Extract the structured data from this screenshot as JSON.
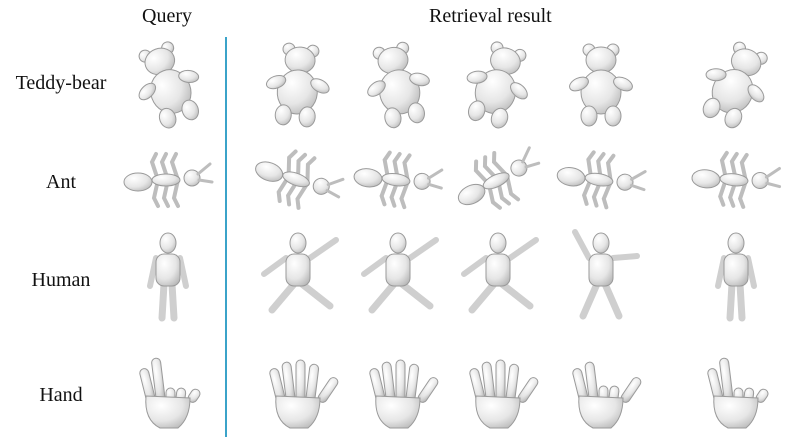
{
  "header": {
    "query_label": "Query",
    "result_label": "Retrieval result"
  },
  "rows": [
    {
      "label": "Teddy-bear",
      "shape": "teddy-bear"
    },
    {
      "label": "Ant",
      "shape": "ant"
    },
    {
      "label": "Human",
      "shape": "human"
    },
    {
      "label": "Hand",
      "shape": "hand"
    }
  ],
  "colors": {
    "divider": "#3ba3c9",
    "shape_fill": "#e6e6e6",
    "shape_stroke": "#9a9a9a"
  }
}
